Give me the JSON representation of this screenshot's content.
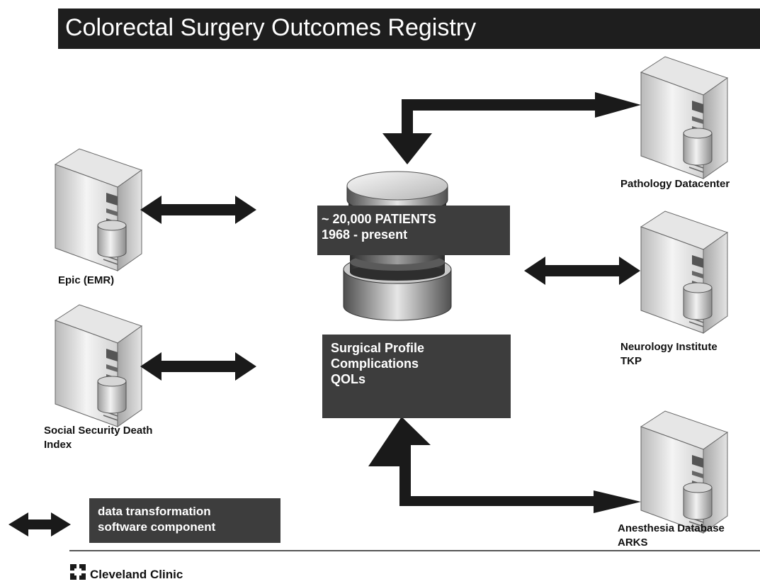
{
  "header": {
    "title": "Colorectal Surgery Outcomes Registry"
  },
  "registry": {
    "patients_lines": [
      "~ 20,000 PATIENTS",
      "1968 - present"
    ],
    "profile_lines": [
      "Surgical Profile",
      "Complications",
      "QOLs"
    ]
  },
  "sources_left": [
    {
      "lines": [
        "Epic (EMR)"
      ]
    },
    {
      "lines": [
        "Social Security Death",
        "Index"
      ]
    }
  ],
  "sources_right": [
    {
      "lines": [
        "Pathology Datacenter"
      ]
    },
    {
      "lines": [
        "Neurology Institute",
        "TKP"
      ]
    },
    {
      "lines": [
        "Anesthesia Database",
        "ARKS"
      ]
    }
  ],
  "legend": {
    "lines": [
      "data transformation",
      "software component"
    ]
  },
  "footer": {
    "logo_text": "Cleveland Clinic"
  },
  "colors": {
    "title_bar": "#1e1e1e",
    "box": "#3d3d3d",
    "arrow": "#1a1a1a"
  }
}
